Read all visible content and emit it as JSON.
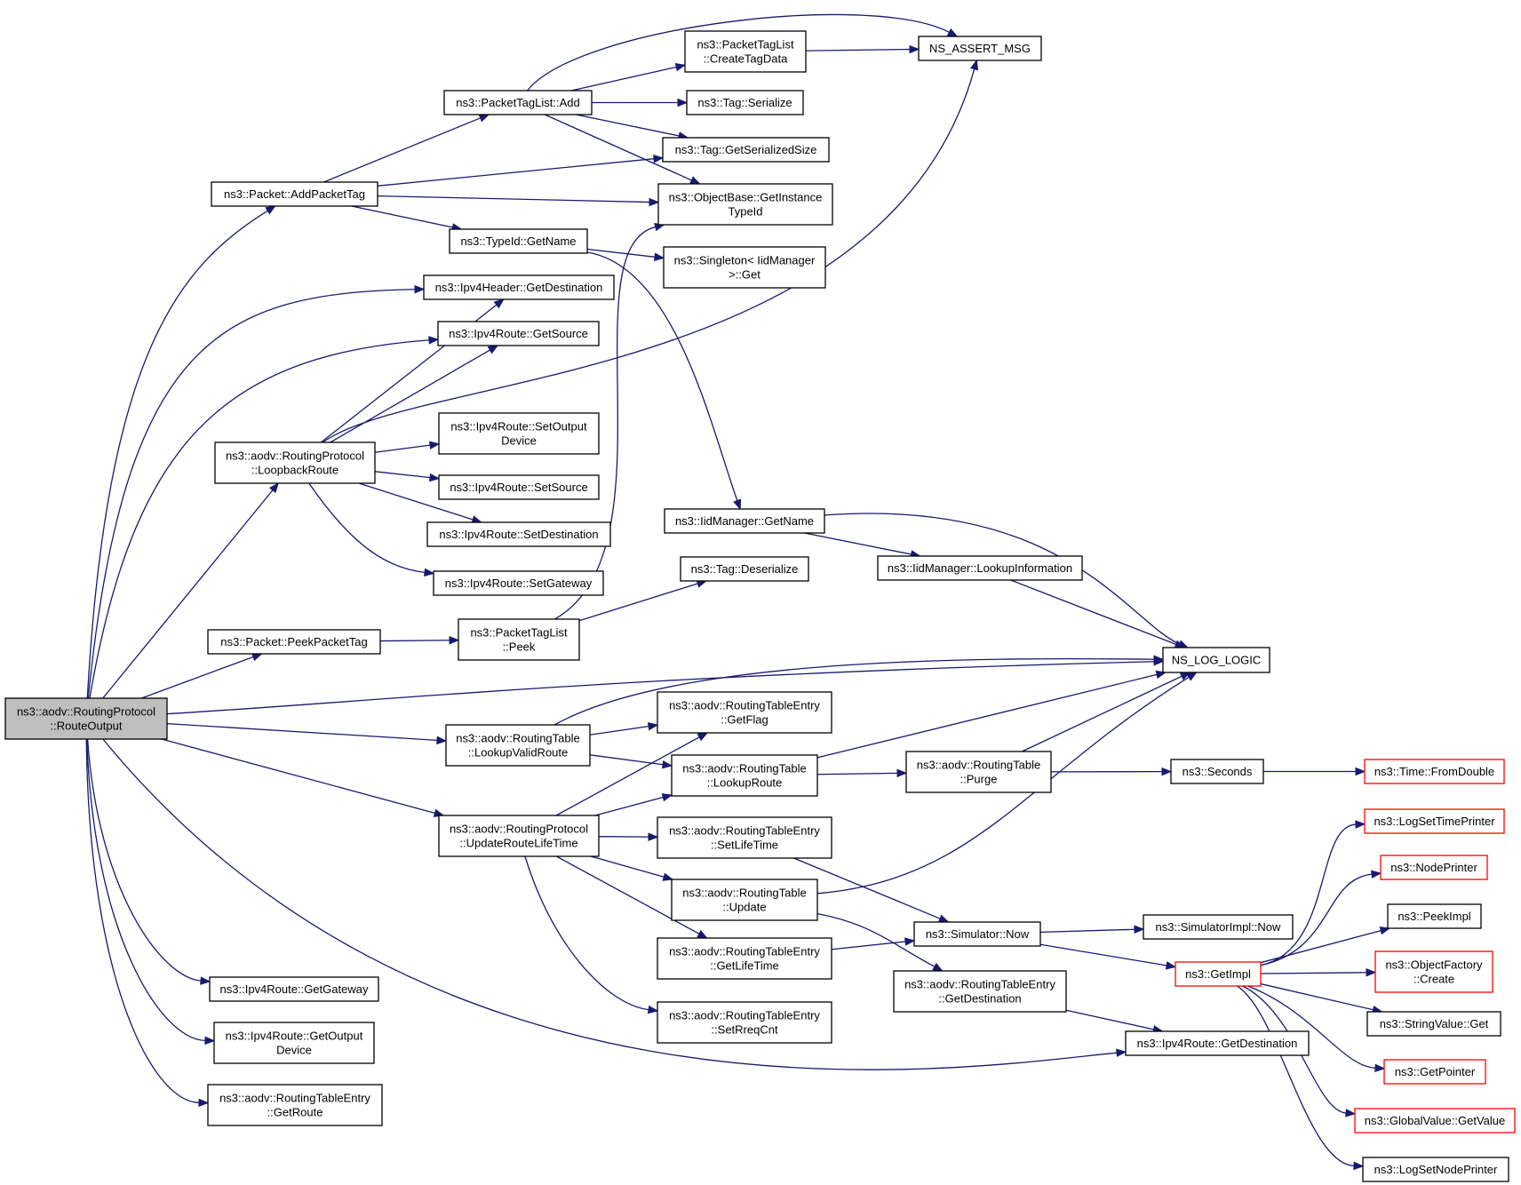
{
  "diagram": {
    "title": "",
    "nodes": [
      {
        "id": "root",
        "lines": [
          "ns3::aodv::RoutingProtocol",
          "::RouteOutput"
        ],
        "style": "root"
      },
      {
        "id": "addPacketTag",
        "lines": [
          "ns3::Packet::AddPacketTag"
        ]
      },
      {
        "id": "ptlAdd",
        "lines": [
          "ns3::PacketTagList::Add"
        ]
      },
      {
        "id": "ptlCreateTagData",
        "lines": [
          "ns3::PacketTagList",
          "::CreateTagData"
        ]
      },
      {
        "id": "nsAssert",
        "lines": [
          "NS_ASSERT_MSG"
        ]
      },
      {
        "id": "tagSerialize",
        "lines": [
          "ns3::Tag::Serialize"
        ]
      },
      {
        "id": "tagGetSerializedSize",
        "lines": [
          "ns3::Tag::GetSerializedSize"
        ]
      },
      {
        "id": "objGetInstanceTypeId",
        "lines": [
          "ns3::ObjectBase::GetInstance",
          "TypeId"
        ]
      },
      {
        "id": "typeIdGetName",
        "lines": [
          "ns3::TypeId::GetName"
        ]
      },
      {
        "id": "singletonGet",
        "lines": [
          "ns3::Singleton< IidManager",
          ">::Get"
        ]
      },
      {
        "id": "ipv4HeaderGetDest",
        "lines": [
          "ns3::Ipv4Header::GetDestination"
        ]
      },
      {
        "id": "ipv4RouteGetSource",
        "lines": [
          "ns3::Ipv4Route::GetSource"
        ]
      },
      {
        "id": "loopbackRoute",
        "lines": [
          "ns3::aodv::RoutingProtocol",
          "::LoopbackRoute"
        ]
      },
      {
        "id": "setOutputDevice",
        "lines": [
          "ns3::Ipv4Route::SetOutput",
          "Device"
        ]
      },
      {
        "id": "setSource",
        "lines": [
          "ns3::Ipv4Route::SetSource"
        ]
      },
      {
        "id": "setDestination",
        "lines": [
          "ns3::Ipv4Route::SetDestination"
        ]
      },
      {
        "id": "setGateway",
        "lines": [
          "ns3::Ipv4Route::SetGateway"
        ]
      },
      {
        "id": "iidGetName",
        "lines": [
          "ns3::IidManager::GetName"
        ]
      },
      {
        "id": "iidLookupInfo",
        "lines": [
          "ns3::IidManager::LookupInformation"
        ]
      },
      {
        "id": "tagDeserialize",
        "lines": [
          "ns3::Tag::Deserialize"
        ]
      },
      {
        "id": "peekPacketTag",
        "lines": [
          "ns3::Packet::PeekPacketTag"
        ]
      },
      {
        "id": "ptlPeek",
        "lines": [
          "ns3::PacketTagList",
          "::Peek"
        ]
      },
      {
        "id": "nsLogLogic",
        "lines": [
          "NS_LOG_LOGIC"
        ]
      },
      {
        "id": "rteGetFlag",
        "lines": [
          "ns3::aodv::RoutingTableEntry",
          "::GetFlag"
        ]
      },
      {
        "id": "rtLookupValidRoute",
        "lines": [
          "ns3::aodv::RoutingTable",
          "::LookupValidRoute"
        ]
      },
      {
        "id": "rtLookupRoute",
        "lines": [
          "ns3::aodv::RoutingTable",
          "::LookupRoute"
        ]
      },
      {
        "id": "rtPurge",
        "lines": [
          "ns3::aodv::RoutingTable",
          "::Purge"
        ]
      },
      {
        "id": "seconds",
        "lines": [
          "ns3::Seconds"
        ]
      },
      {
        "id": "timeFromDouble",
        "lines": [
          "ns3::Time::FromDouble"
        ],
        "style": "red"
      },
      {
        "id": "updateRouteLifeTime",
        "lines": [
          "ns3::aodv::RoutingProtocol",
          "::UpdateRouteLifeTime"
        ]
      },
      {
        "id": "rteSetLifeTime",
        "lines": [
          "ns3::aodv::RoutingTableEntry",
          "::SetLifeTime"
        ]
      },
      {
        "id": "rtUpdate",
        "lines": [
          "ns3::aodv::RoutingTable",
          "::Update"
        ]
      },
      {
        "id": "rteGetLifeTime",
        "lines": [
          "ns3::aodv::RoutingTableEntry",
          "::GetLifeTime"
        ]
      },
      {
        "id": "rteSetRreqCnt",
        "lines": [
          "ns3::aodv::RoutingTableEntry",
          "::SetRreqCnt"
        ]
      },
      {
        "id": "simulatorNow",
        "lines": [
          "ns3::Simulator::Now"
        ]
      },
      {
        "id": "simImplNow",
        "lines": [
          "ns3::SimulatorImpl::Now"
        ]
      },
      {
        "id": "getImpl",
        "lines": [
          "ns3::GetImpl"
        ],
        "style": "red"
      },
      {
        "id": "rteGetDestination",
        "lines": [
          "ns3::aodv::RoutingTableEntry",
          "::GetDestination"
        ]
      },
      {
        "id": "ipv4RouteGetDestination",
        "lines": [
          "ns3::Ipv4Route::GetDestination"
        ]
      },
      {
        "id": "logSetTimePrinter",
        "lines": [
          "ns3::LogSetTimePrinter"
        ],
        "style": "red"
      },
      {
        "id": "nodePrinter",
        "lines": [
          "ns3::NodePrinter"
        ],
        "style": "red"
      },
      {
        "id": "peekImpl",
        "lines": [
          "ns3::PeekImpl"
        ]
      },
      {
        "id": "objectFactoryCreate",
        "lines": [
          "ns3::ObjectFactory",
          "::Create"
        ],
        "style": "red"
      },
      {
        "id": "stringValueGet",
        "lines": [
          "ns3::StringValue::Get"
        ]
      },
      {
        "id": "getPointer",
        "lines": [
          "ns3::GetPointer"
        ],
        "style": "red"
      },
      {
        "id": "globalValueGetValue",
        "lines": [
          "ns3::GlobalValue::GetValue"
        ],
        "style": "red"
      },
      {
        "id": "logSetNodePrinter",
        "lines": [
          "ns3::LogSetNodePrinter"
        ]
      },
      {
        "id": "ipv4RouteGetGateway",
        "lines": [
          "ns3::Ipv4Route::GetGateway"
        ]
      },
      {
        "id": "ipv4RouteGetOutputDevice",
        "lines": [
          "ns3::Ipv4Route::GetOutput",
          "Device"
        ]
      },
      {
        "id": "rteGetRoute",
        "lines": [
          "ns3::aodv::RoutingTableEntry",
          "::GetRoute"
        ]
      }
    ],
    "edges": [
      [
        "root",
        "addPacketTag"
      ],
      [
        "root",
        "ipv4HeaderGetDest"
      ],
      [
        "root",
        "ipv4RouteGetSource"
      ],
      [
        "root",
        "loopbackRoute"
      ],
      [
        "root",
        "peekPacketTag"
      ],
      [
        "root",
        "nsLogLogic"
      ],
      [
        "root",
        "rtLookupValidRoute"
      ],
      [
        "root",
        "updateRouteLifeTime"
      ],
      [
        "root",
        "ipv4RouteGetDestination"
      ],
      [
        "root",
        "ipv4RouteGetGateway"
      ],
      [
        "root",
        "ipv4RouteGetOutputDevice"
      ],
      [
        "root",
        "rteGetRoute"
      ],
      [
        "addPacketTag",
        "ptlAdd"
      ],
      [
        "addPacketTag",
        "tagGetSerializedSize"
      ],
      [
        "addPacketTag",
        "objGetInstanceTypeId"
      ],
      [
        "addPacketTag",
        "typeIdGetName"
      ],
      [
        "ptlAdd",
        "nsAssert"
      ],
      [
        "ptlAdd",
        "ptlCreateTagData"
      ],
      [
        "ptlAdd",
        "tagSerialize"
      ],
      [
        "ptlAdd",
        "tagGetSerializedSize"
      ],
      [
        "ptlAdd",
        "objGetInstanceTypeId"
      ],
      [
        "ptlCreateTagData",
        "nsAssert"
      ],
      [
        "typeIdGetName",
        "singletonGet"
      ],
      [
        "typeIdGetName",
        "iidGetName"
      ],
      [
        "loopbackRoute",
        "ipv4HeaderGetDest"
      ],
      [
        "loopbackRoute",
        "ipv4RouteGetSource"
      ],
      [
        "loopbackRoute",
        "nsAssert"
      ],
      [
        "loopbackRoute",
        "setOutputDevice"
      ],
      [
        "loopbackRoute",
        "setSource"
      ],
      [
        "loopbackRoute",
        "setDestination"
      ],
      [
        "loopbackRoute",
        "setGateway"
      ],
      [
        "peekPacketTag",
        "ptlPeek"
      ],
      [
        "ptlPeek",
        "tagDeserialize"
      ],
      [
        "ptlPeek",
        "objGetInstanceTypeId"
      ],
      [
        "iidGetName",
        "iidLookupInfo"
      ],
      [
        "iidGetName",
        "nsLogLogic"
      ],
      [
        "iidLookupInfo",
        "nsLogLogic"
      ],
      [
        "rtLookupValidRoute",
        "nsLogLogic"
      ],
      [
        "rtLookupValidRoute",
        "rteGetFlag"
      ],
      [
        "rtLookupValidRoute",
        "rtLookupRoute"
      ],
      [
        "rtLookupRoute",
        "nsLogLogic"
      ],
      [
        "rtLookupRoute",
        "rtPurge"
      ],
      [
        "rtPurge",
        "nsLogLogic"
      ],
      [
        "rtPurge",
        "seconds"
      ],
      [
        "seconds",
        "timeFromDouble"
      ],
      [
        "updateRouteLifeTime",
        "rteGetFlag"
      ],
      [
        "updateRouteLifeTime",
        "rtLookupRoute"
      ],
      [
        "updateRouteLifeTime",
        "rteSetLifeTime"
      ],
      [
        "updateRouteLifeTime",
        "rtUpdate"
      ],
      [
        "updateRouteLifeTime",
        "rteGetLifeTime"
      ],
      [
        "updateRouteLifeTime",
        "rteSetRreqCnt"
      ],
      [
        "rteSetLifeTime",
        "simulatorNow"
      ],
      [
        "rtUpdate",
        "nsLogLogic"
      ],
      [
        "rtUpdate",
        "rteGetDestination"
      ],
      [
        "rteGetLifeTime",
        "simulatorNow"
      ],
      [
        "simulatorNow",
        "simImplNow"
      ],
      [
        "simulatorNow",
        "getImpl"
      ],
      [
        "rteGetDestination",
        "ipv4RouteGetDestination"
      ],
      [
        "getImpl",
        "logSetTimePrinter"
      ],
      [
        "getImpl",
        "nodePrinter"
      ],
      [
        "getImpl",
        "peekImpl"
      ],
      [
        "getImpl",
        "objectFactoryCreate"
      ],
      [
        "getImpl",
        "stringValueGet"
      ],
      [
        "getImpl",
        "getPointer"
      ],
      [
        "getImpl",
        "globalValueGetValue"
      ],
      [
        "getImpl",
        "logSetNodePrinter"
      ]
    ],
    "colors": {
      "edge": "#191970",
      "node_border": "#000000",
      "node_border_incomplete": "#ff0000",
      "root_fill": "#bfbfbf",
      "node_fill": "#ffffff"
    }
  }
}
